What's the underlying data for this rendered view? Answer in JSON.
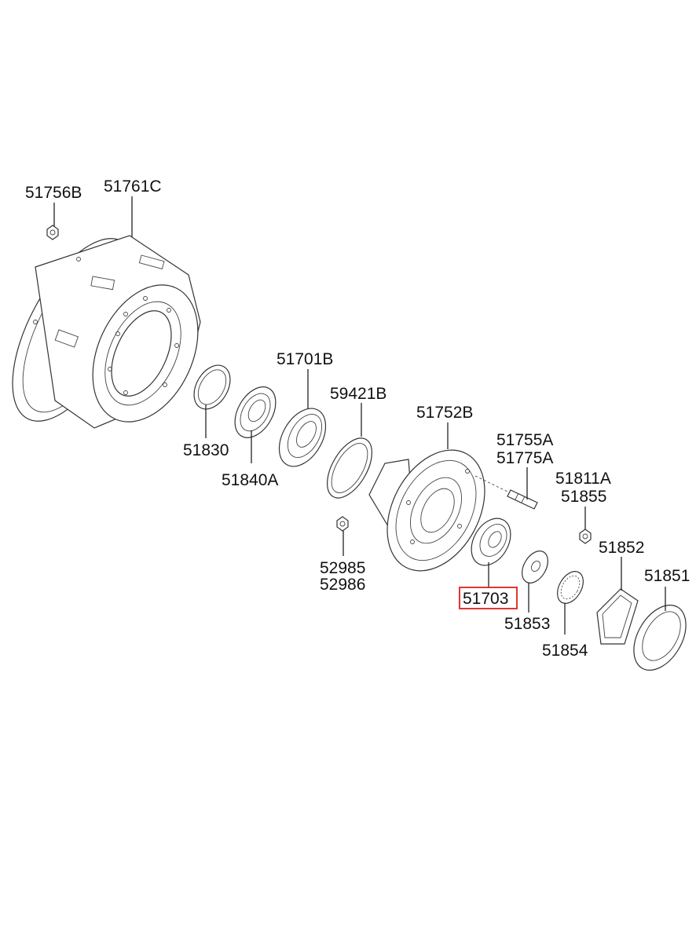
{
  "diagram": {
    "labels": {
      "p51756b": "51756B",
      "p51761c": "51761C",
      "p51830": "51830",
      "p51840a": "51840A",
      "p51701b": "51701B",
      "p59421b": "59421B",
      "p52985": "52985",
      "p52986": "52986",
      "p51752b": "51752B",
      "p51755a": "51755A",
      "p51775a": "51775A",
      "p51703": "51703",
      "p51811a": "51811A",
      "p51855": "51855",
      "p51852": "51852",
      "p51853": "51853",
      "p51854": "51854",
      "p51851": "51851"
    },
    "highlighted_part": "51703",
    "highlight_color": "#e0201b"
  }
}
